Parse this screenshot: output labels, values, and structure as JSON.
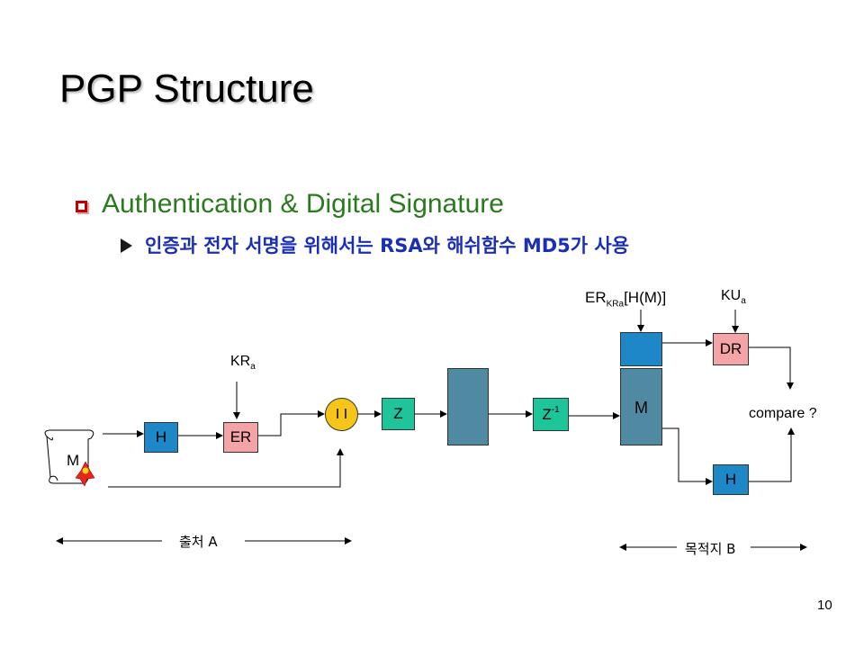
{
  "slide": {
    "title": "PGP Structure",
    "bullet1": "Authentication & Digital Signature",
    "bullet2": "인증과 전자 서명을 위해서는 RSA와 해쉬함수 MD5가 사용",
    "page_number": "10"
  },
  "diagram": {
    "message_label": "M",
    "hash_sender": "H",
    "er_box": "ER",
    "kra_main": "KR",
    "kra_sub": "a",
    "concat_box": "I I",
    "z_box": "Z",
    "zinv_main": "Z",
    "zinv_sup": "-1",
    "m_box": "M",
    "er_kra_hm_prefix": "ER",
    "er_kra_hm_sub": "KRa",
    "er_kra_hm_suffix": "[H(M)]",
    "kua_main": "KU",
    "kua_sub": "a",
    "dr_box": "DR",
    "compare": "compare ?",
    "hash_receiver": "H",
    "source_label": "출처 A",
    "dest_label": "목적지 B"
  },
  "colors": {
    "title": "#000000",
    "bullet1": "#2a7a1e",
    "bullet2": "#1a2fb5",
    "checkbox": "#c00000",
    "hash_box": "#1e87c8",
    "er_dr_box": "#f4a3a6",
    "z_box": "#1fc59a",
    "storage_box": "#4f8aa2",
    "concat_box": "#f5c518"
  }
}
